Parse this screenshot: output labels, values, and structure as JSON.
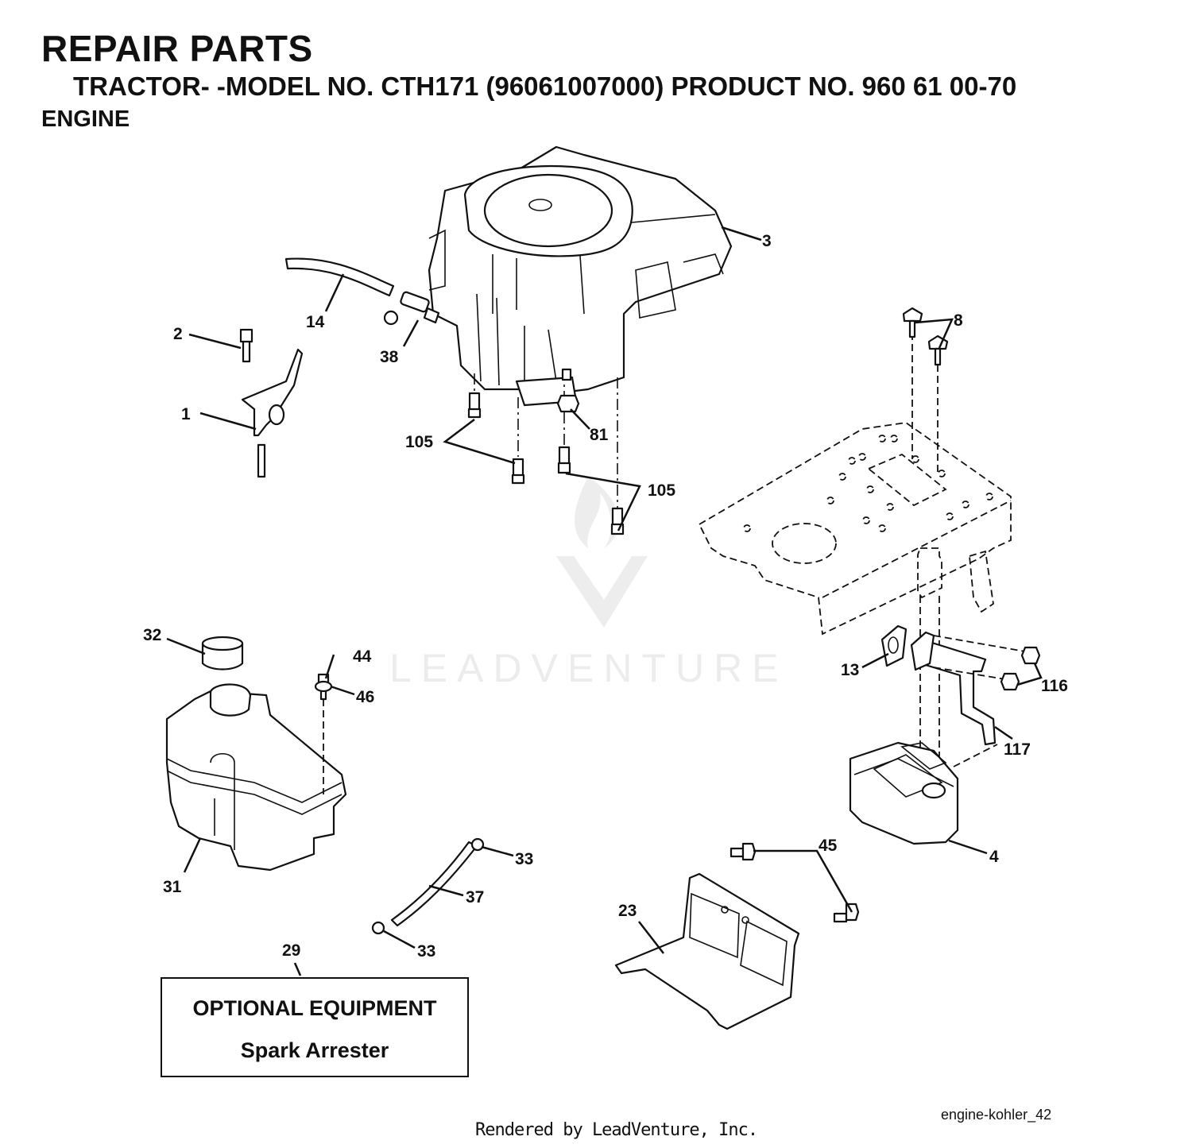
{
  "header": {
    "title": "REPAIR PARTS",
    "subtitle": "TRACTOR- -MODEL NO. CTH171 (96061007000) PRODUCT NO. 960 61 00-70",
    "section": "ENGINE"
  },
  "callouts": {
    "c1": "1",
    "c2": "2",
    "c3": "3",
    "c4": "4",
    "c8": "8",
    "c13": "13",
    "c14": "14",
    "c23": "23",
    "c29": "29",
    "c31": "31",
    "c32": "32",
    "c33a": "33",
    "c33b": "33",
    "c37": "37",
    "c38": "38",
    "c44": "44",
    "c45": "45",
    "c46": "46",
    "c81": "81",
    "c105a": "105",
    "c105b": "105",
    "c116": "116",
    "c117": "117"
  },
  "optional_box": {
    "heading": "OPTIONAL EQUIPMENT",
    "item": "Spark Arrester"
  },
  "watermark": {
    "text": "LEADVENTURE"
  },
  "footer": {
    "diagram_id": "engine-kohler_42",
    "credit": "Rendered by LeadVenture, Inc."
  }
}
